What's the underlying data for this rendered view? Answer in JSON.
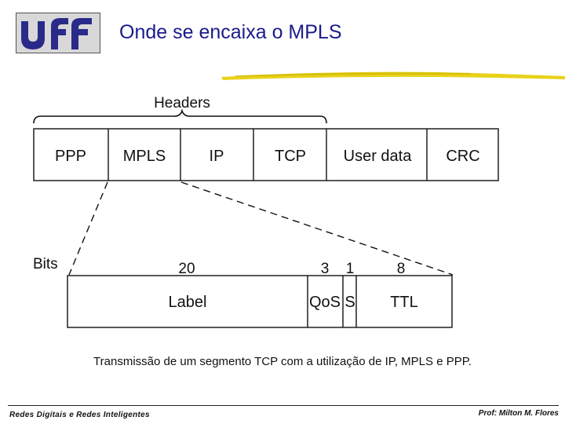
{
  "slide": {
    "title": "Onde se encaixa o MPLS",
    "logo_text": "uff"
  },
  "diagram": {
    "headers_label": "Headers",
    "packet_fields": [
      "PPP",
      "MPLS",
      "IP",
      "TCP",
      "User data",
      "CRC"
    ],
    "bits_label": "Bits",
    "mpls_field_names": [
      "Label",
      "QoS",
      "S",
      "TTL"
    ],
    "mpls_field_bits": [
      "20",
      "3",
      "1",
      "8"
    ]
  },
  "caption": "Transmissão de um segmento TCP com a utilização de IP, MPLS e PPP.",
  "footer": {
    "left": "Redes Digitais e Redes Inteligentes",
    "right": "Prof: Milton M. Flores"
  },
  "colors": {
    "title": "#1a1a8c",
    "logo": "#2a2a8a",
    "rule": "#e8d21a"
  }
}
